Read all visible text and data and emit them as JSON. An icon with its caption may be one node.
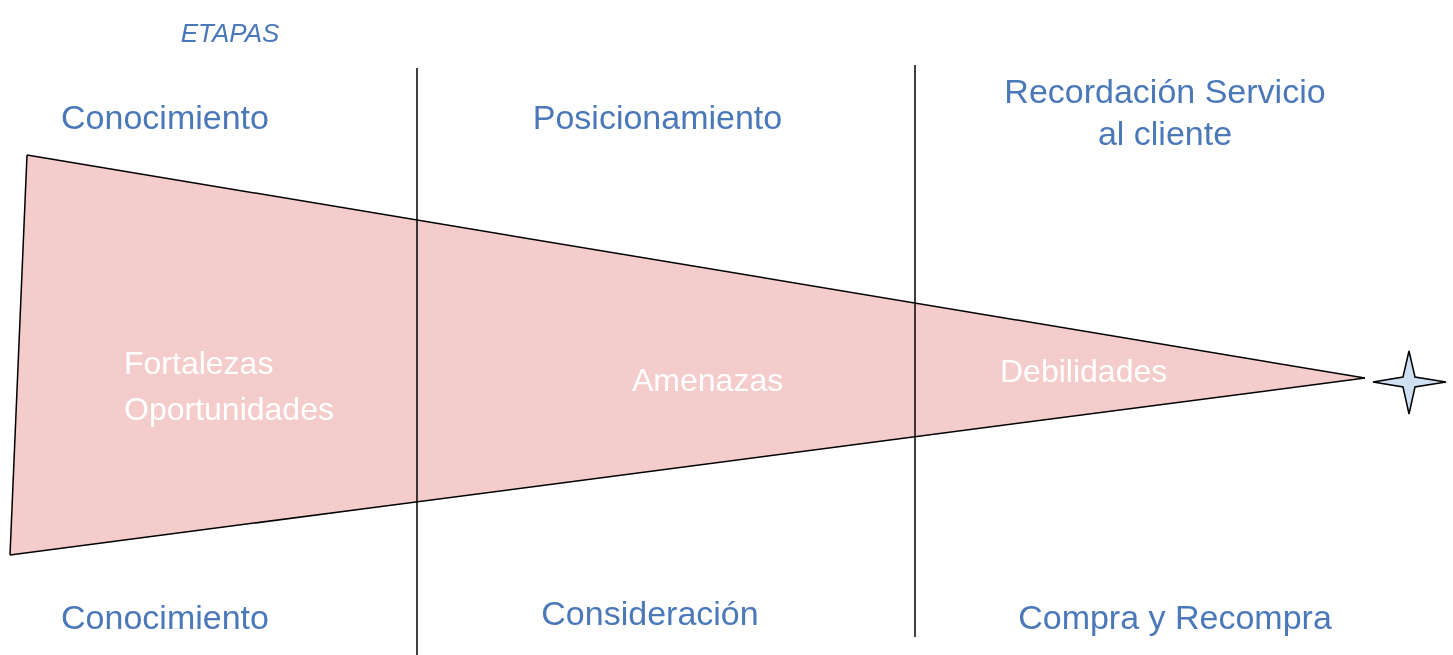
{
  "diagram": {
    "nodes": [
      {
        "text": [
          "Fortalezas Oportunidades"
        ]
      },
      {
        "text": [
          "Amenazas"
        ]
      },
      {
        "text": [
          "Debilidades"
        ]
      },
      {
        "text": [],
        "shape": "star"
      }
    ],
    "labels": [
      "ETAPAS",
      "Conocimiento",
      "Posicionamiento",
      "Recordación Servicio al cliente",
      "Conocimiento",
      "Consideración",
      "Compra y Recompra"
    ]
  }
}
